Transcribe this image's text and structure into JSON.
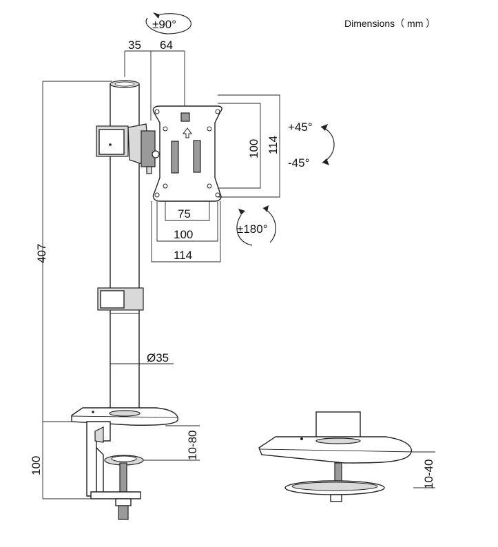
{
  "title": "Dimensions（ mm ）",
  "rotations": {
    "swivel": "±90°",
    "tilt_up": "+45°",
    "tilt_down": "-45°",
    "rotate": "±180°"
  },
  "dimensions": {
    "arm_offset_a": "35",
    "arm_offset_b": "64",
    "pole_height": "407",
    "vesa_h_small": "75",
    "vesa_h_mid": "100",
    "vesa_h_large": "114",
    "vesa_v_mid": "100",
    "vesa_v_large": "114",
    "pole_diameter": "Ø35",
    "clamp_height": "100",
    "desk_thickness_clamp": "10-80",
    "desk_thickness_grommet": "10-40"
  }
}
